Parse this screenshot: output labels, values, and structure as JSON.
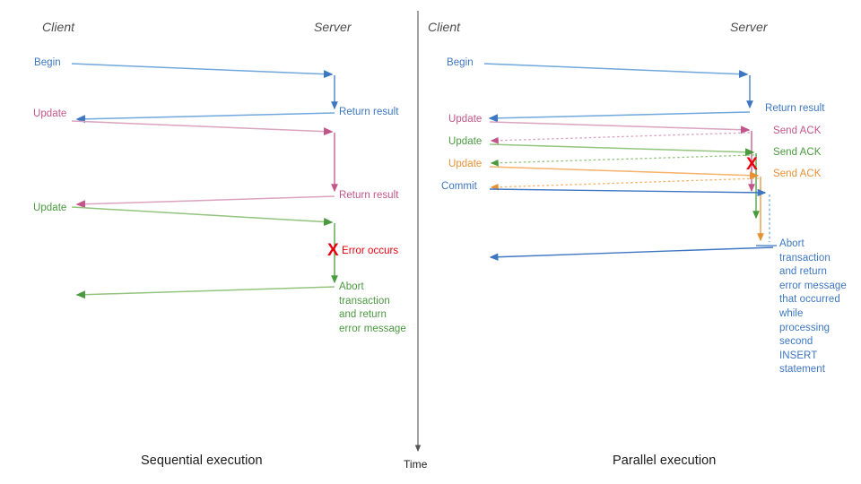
{
  "figure": {
    "title_left": "Sequential execution",
    "title_right": "Parallel execution",
    "time_axis_label": "Time",
    "colors": {
      "blue": "#3d77c2",
      "blue_light": "#6fa8dc",
      "pink": "#c2558a",
      "pink_light": "#dba3c0",
      "green": "#4a9a3f",
      "green_light": "#93c47d",
      "orange": "#e69138",
      "orange_light": "#f6b26b",
      "red": "#e8000d",
      "gray": "#4d4d4d",
      "black": "#1a1a1a"
    }
  },
  "left_diagram": {
    "name": "Sequential execution",
    "actors": {
      "client": "Client",
      "server": "Server"
    },
    "client_messages": [
      {
        "label": "Begin",
        "color": "blue"
      },
      {
        "label": "Update",
        "color": "pink"
      },
      {
        "label": "Update",
        "color": "green"
      }
    ],
    "server_messages": [
      {
        "label": "Return result",
        "color": "blue"
      },
      {
        "label": "Return result",
        "color": "pink"
      }
    ],
    "error": {
      "marker": "X",
      "label": "Error occurs",
      "color": "red"
    },
    "abort_note": {
      "lines": [
        "Abort",
        "transaction",
        "and return",
        "error message"
      ],
      "color": "green"
    }
  },
  "right_diagram": {
    "name": "Parallel execution",
    "actors": {
      "client": "Client",
      "server": "Server"
    },
    "client_messages": [
      {
        "label": "Begin",
        "color": "blue"
      },
      {
        "label": "Update",
        "color": "pink"
      },
      {
        "label": "Update",
        "color": "green"
      },
      {
        "label": "Update",
        "color": "orange"
      },
      {
        "label": "Commit",
        "color": "blue"
      }
    ],
    "server_messages": [
      {
        "label": "Return result",
        "color": "blue"
      },
      {
        "label": "Send ACK",
        "color": "pink"
      },
      {
        "label": "Send ACK",
        "color": "green"
      },
      {
        "label": "Send ACK",
        "color": "orange"
      }
    ],
    "error": {
      "marker": "X",
      "color": "red"
    },
    "abort_note": {
      "lines": [
        "Abort",
        "transaction",
        "and return",
        "error message",
        "that occurred",
        "while",
        "processing",
        "second",
        "INSERT",
        "statement"
      ],
      "color": "blue"
    }
  },
  "chart_data": {
    "type": "sequence-diagram",
    "panels": [
      {
        "name": "Sequential execution",
        "lifelines": [
          "Client",
          "Server"
        ],
        "events": [
          {
            "seq": 1,
            "from": "Client",
            "to": "Server",
            "label": "Begin",
            "style": "solid",
            "color": "blue"
          },
          {
            "seq": 2,
            "from": "Server",
            "to": "Client",
            "label": "Return result",
            "style": "solid",
            "color": "blue"
          },
          {
            "seq": 3,
            "from": "Client",
            "to": "Server",
            "label": "Update",
            "style": "solid",
            "color": "pink"
          },
          {
            "seq": 4,
            "from": "Server",
            "to": "Client",
            "label": "Return result",
            "style": "solid",
            "color": "pink"
          },
          {
            "seq": 5,
            "from": "Client",
            "to": "Server",
            "label": "Update",
            "style": "solid",
            "color": "green"
          },
          {
            "seq": 6,
            "from": "Server",
            "to": "Server",
            "label": "Error occurs",
            "style": "marker",
            "color": "red"
          },
          {
            "seq": 7,
            "from": "Server",
            "to": "Client",
            "label": "Abort transaction and return error message",
            "style": "solid",
            "color": "green"
          }
        ]
      },
      {
        "name": "Parallel execution",
        "lifelines": [
          "Client",
          "Server"
        ],
        "events": [
          {
            "seq": 1,
            "from": "Client",
            "to": "Server",
            "label": "Begin",
            "style": "solid",
            "color": "blue"
          },
          {
            "seq": 2,
            "from": "Server",
            "to": "Client",
            "label": "Return result",
            "style": "solid",
            "color": "blue"
          },
          {
            "seq": 3,
            "from": "Client",
            "to": "Server",
            "label": "Update",
            "style": "solid",
            "color": "pink"
          },
          {
            "seq": 4,
            "from": "Server",
            "to": "Client",
            "label": "Send ACK",
            "style": "dotted",
            "color": "pink"
          },
          {
            "seq": 5,
            "from": "Client",
            "to": "Server",
            "label": "Update",
            "style": "solid",
            "color": "green"
          },
          {
            "seq": 6,
            "from": "Server",
            "to": "Client",
            "label": "Send ACK",
            "style": "dotted",
            "color": "green"
          },
          {
            "seq": 7,
            "from": "Client",
            "to": "Server",
            "label": "Update",
            "style": "solid",
            "color": "orange"
          },
          {
            "seq": 8,
            "from": "Server",
            "to": "Server",
            "label": "Error occurs",
            "style": "marker",
            "color": "red"
          },
          {
            "seq": 9,
            "from": "Server",
            "to": "Client",
            "label": "Send ACK",
            "style": "dotted",
            "color": "orange"
          },
          {
            "seq": 10,
            "from": "Client",
            "to": "Server",
            "label": "Commit",
            "style": "solid",
            "color": "blue"
          },
          {
            "seq": 11,
            "from": "Server",
            "to": "Client",
            "label": "Abort transaction and return error message that occurred while processing second INSERT statement",
            "style": "solid",
            "color": "blue"
          }
        ]
      }
    ],
    "axis": {
      "label": "Time",
      "direction": "downward",
      "position": "center"
    }
  }
}
